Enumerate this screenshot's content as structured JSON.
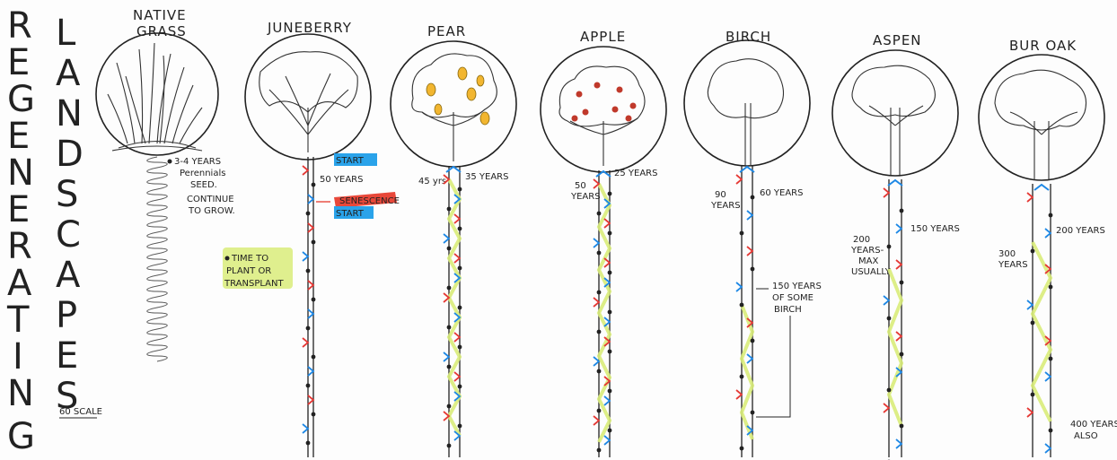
{
  "title": {
    "letters_regenerating": [
      "R",
      "E",
      "G",
      "E",
      "N",
      "E",
      "R",
      "A",
      "T",
      "I",
      "N",
      "G"
    ],
    "letters_landscapes": [
      "L",
      "A",
      "N",
      "D",
      "S",
      "C",
      "A",
      "P",
      "E",
      "S"
    ],
    "scale_note": "60 SCALE"
  },
  "legend": {
    "start": "START",
    "senescence": "SENESCENCE",
    "start_2": "START",
    "time_to_plant": [
      "TIME TO",
      "PLANT OR",
      "TRANSPLANT"
    ]
  },
  "plants": [
    {
      "name": "NATIVE GRASS",
      "name_lines": [
        "NATIVE",
        "GRASS"
      ],
      "notes": [
        "3-4 YEARS",
        "Perennials",
        "SEED.",
        "CONTINUE",
        "TO GROW."
      ]
    },
    {
      "name": "JUNEBERRY",
      "notes": [
        "50 YEARS"
      ]
    },
    {
      "name": "PEAR",
      "notes": [
        "45 yrs",
        "35 YEARS"
      ]
    },
    {
      "name": "APPLE",
      "notes": [
        "50",
        "YEARS",
        "25 YEARS"
      ]
    },
    {
      "name": "BIRCH",
      "notes": [
        "90",
        "YEARS",
        "60 YEARS",
        "150 YEARS",
        "OF SOME",
        "BIRCH"
      ]
    },
    {
      "name": "ASPEN",
      "notes": [
        "200",
        "YEARS-",
        "MAX",
        "USUALLY",
        "150 YEARS"
      ]
    },
    {
      "name": "BUR OAK",
      "notes": [
        "300",
        "YEARS",
        "200 YEARS",
        "400 YEARS",
        "ALSO"
      ]
    }
  ],
  "colors": {
    "start_marker": "#1e88e5",
    "senescence_marker": "#e53935",
    "plant_dot": "#222222",
    "highlight_yellow": "#d9ec7a",
    "highlight_blue": "#2aa3ea",
    "highlight_red": "#e8483a",
    "fruit_pear": "#f2b630",
    "fruit_apple": "#c0392b"
  }
}
